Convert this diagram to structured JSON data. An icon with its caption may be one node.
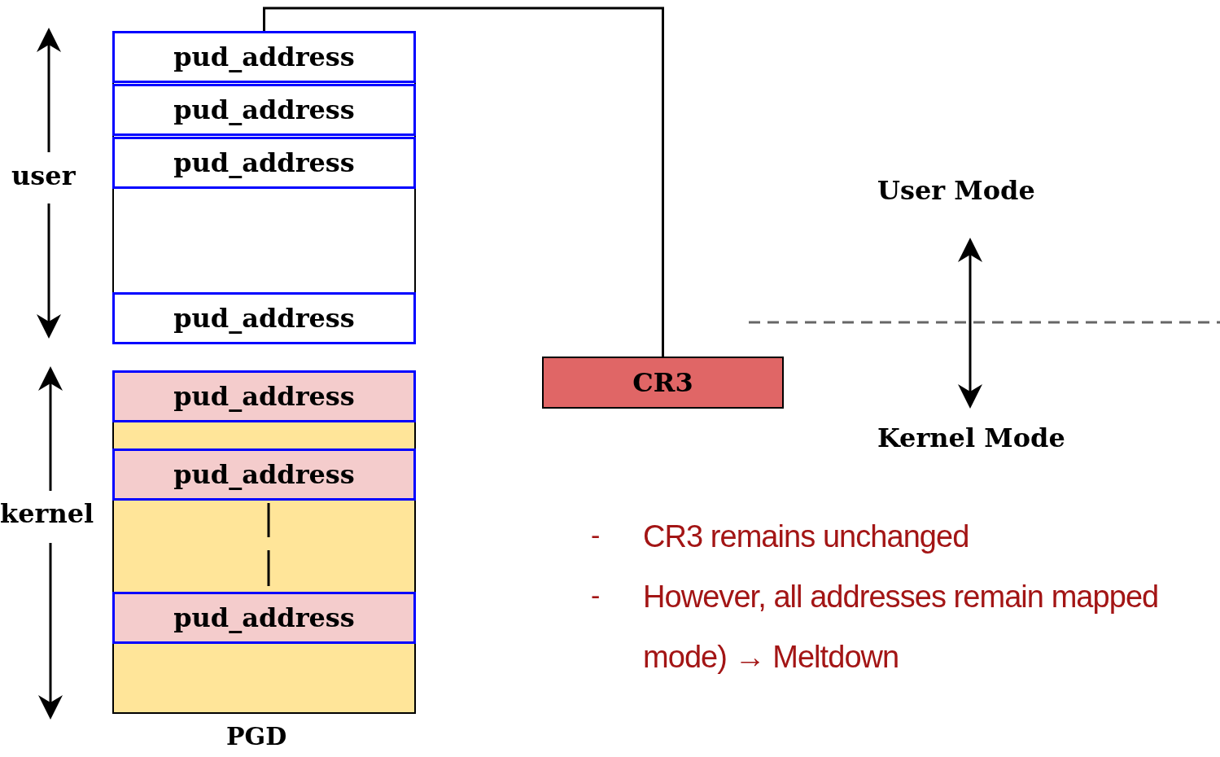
{
  "diagram": {
    "nodes": [
      {
        "text": [],
        "shape": "box"
      },
      {
        "text": [
          "pud_address"
        ],
        "in": 0
      },
      {
        "text": [
          "pud_address"
        ],
        "in": 0
      },
      {
        "text": [
          "pud_address"
        ],
        "in": 0
      },
      {
        "text": [
          "pud_address"
        ],
        "in": 0
      },
      {
        "text": [],
        "shape": "box"
      },
      {
        "text": [
          "pud_address"
        ],
        "in": 5
      },
      {
        "text": [
          "pud_address"
        ],
        "in": 5
      },
      {
        "text": [
          "pud_address"
        ],
        "in": 5
      },
      {
        "text": [
          "CR3"
        ]
      }
    ],
    "edges": [
      {
        "from": 9,
        "to": 1,
        "arrow": "none"
      }
    ],
    "labels": [
      "user",
      "kernel",
      "PGD",
      "User Mode",
      "Kernel Mode",
      "-",
      "CR3 remains unchanged",
      "-",
      "However, all addresses remain mapped",
      "mode) → Meltdown"
    ]
  }
}
